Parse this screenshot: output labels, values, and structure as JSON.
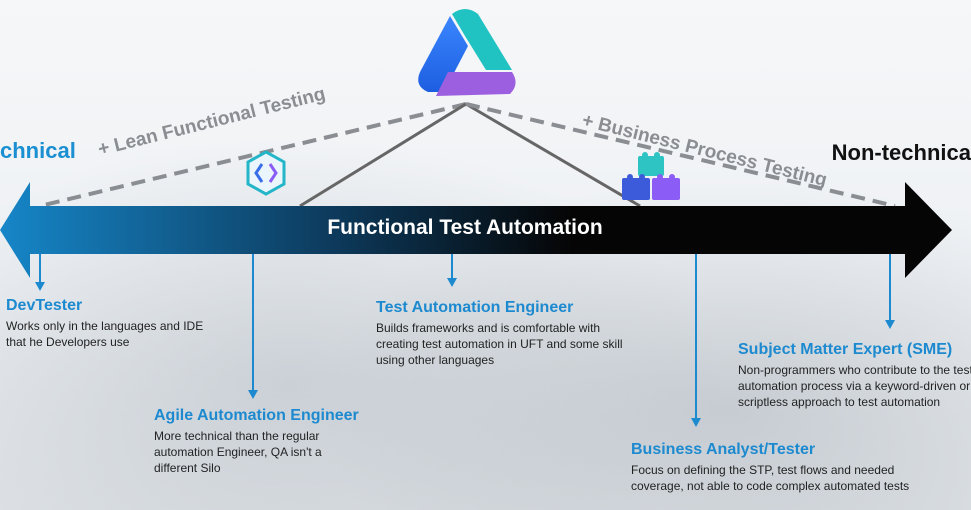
{
  "axis": {
    "title": "Functional Test Automation",
    "left_end": "chnical",
    "right_end": "Non-technica"
  },
  "branches": {
    "left": "+ Lean Functional Testing",
    "right": "+ Business Process Testing"
  },
  "icons": {
    "top": "triangle-logo-icon",
    "left": "hexagon-code-icon",
    "right": "building-blocks-icon"
  },
  "roles": [
    {
      "title": "DevTester",
      "desc": "Works only in the languages and IDE that he Developers use"
    },
    {
      "title": "Agile Automation Engineer",
      "desc": "More technical than the regular automation Engineer, QA isn't a different Silo"
    },
    {
      "title": "Test Automation Engineer",
      "desc": "Builds frameworks and is comfortable with creating test automation in UFT and some skill using other languages"
    },
    {
      "title": "Business Analyst/Tester",
      "desc": "Focus on defining the STP, test flows and needed coverage, not able to code complex automated tests"
    },
    {
      "title": "Subject Matter Expert (SME)",
      "desc": "Non-programmers who contribute to the test automation process via a keyword-driven or scriptless approach to test automation"
    }
  ],
  "colors": {
    "accent": "#1d8ad0",
    "arrow_left": "#1686c8",
    "arrow_right": "#050505",
    "dashed": "#8a8d91"
  }
}
